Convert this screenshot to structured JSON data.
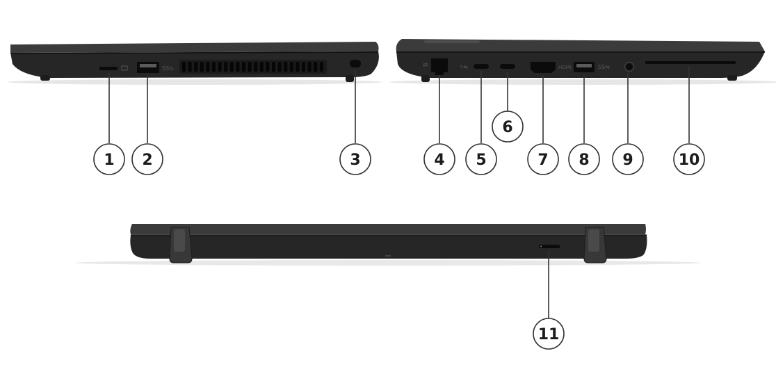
{
  "colors": {
    "chassis": "#2b2b2b",
    "chassis_top": "#3a3a3a",
    "chassis_edge": "#4a4a4a",
    "port": "#0d0d0d",
    "port_light": "#6a6a6a",
    "callout_line": "#333333",
    "callout_circle_stroke": "#333333",
    "callout_text": "#1c1c1c"
  },
  "callouts": [
    {
      "label": "1",
      "port": "microsd-card-slot"
    },
    {
      "label": "2",
      "port": "usb-a-port-left"
    },
    {
      "label": "3",
      "port": "security-lock-slot"
    },
    {
      "label": "4",
      "port": "ethernet-port"
    },
    {
      "label": "5",
      "port": "usb-c-port-1"
    },
    {
      "label": "6",
      "port": "usb-c-port-2"
    },
    {
      "label": "7",
      "port": "hdmi-port"
    },
    {
      "label": "8",
      "port": "usb-a-port-right"
    },
    {
      "label": "9",
      "port": "headphone-jack"
    },
    {
      "label": "10",
      "port": "smart-card-reader"
    },
    {
      "label": "11",
      "port": "nano-sim-slot"
    }
  ]
}
